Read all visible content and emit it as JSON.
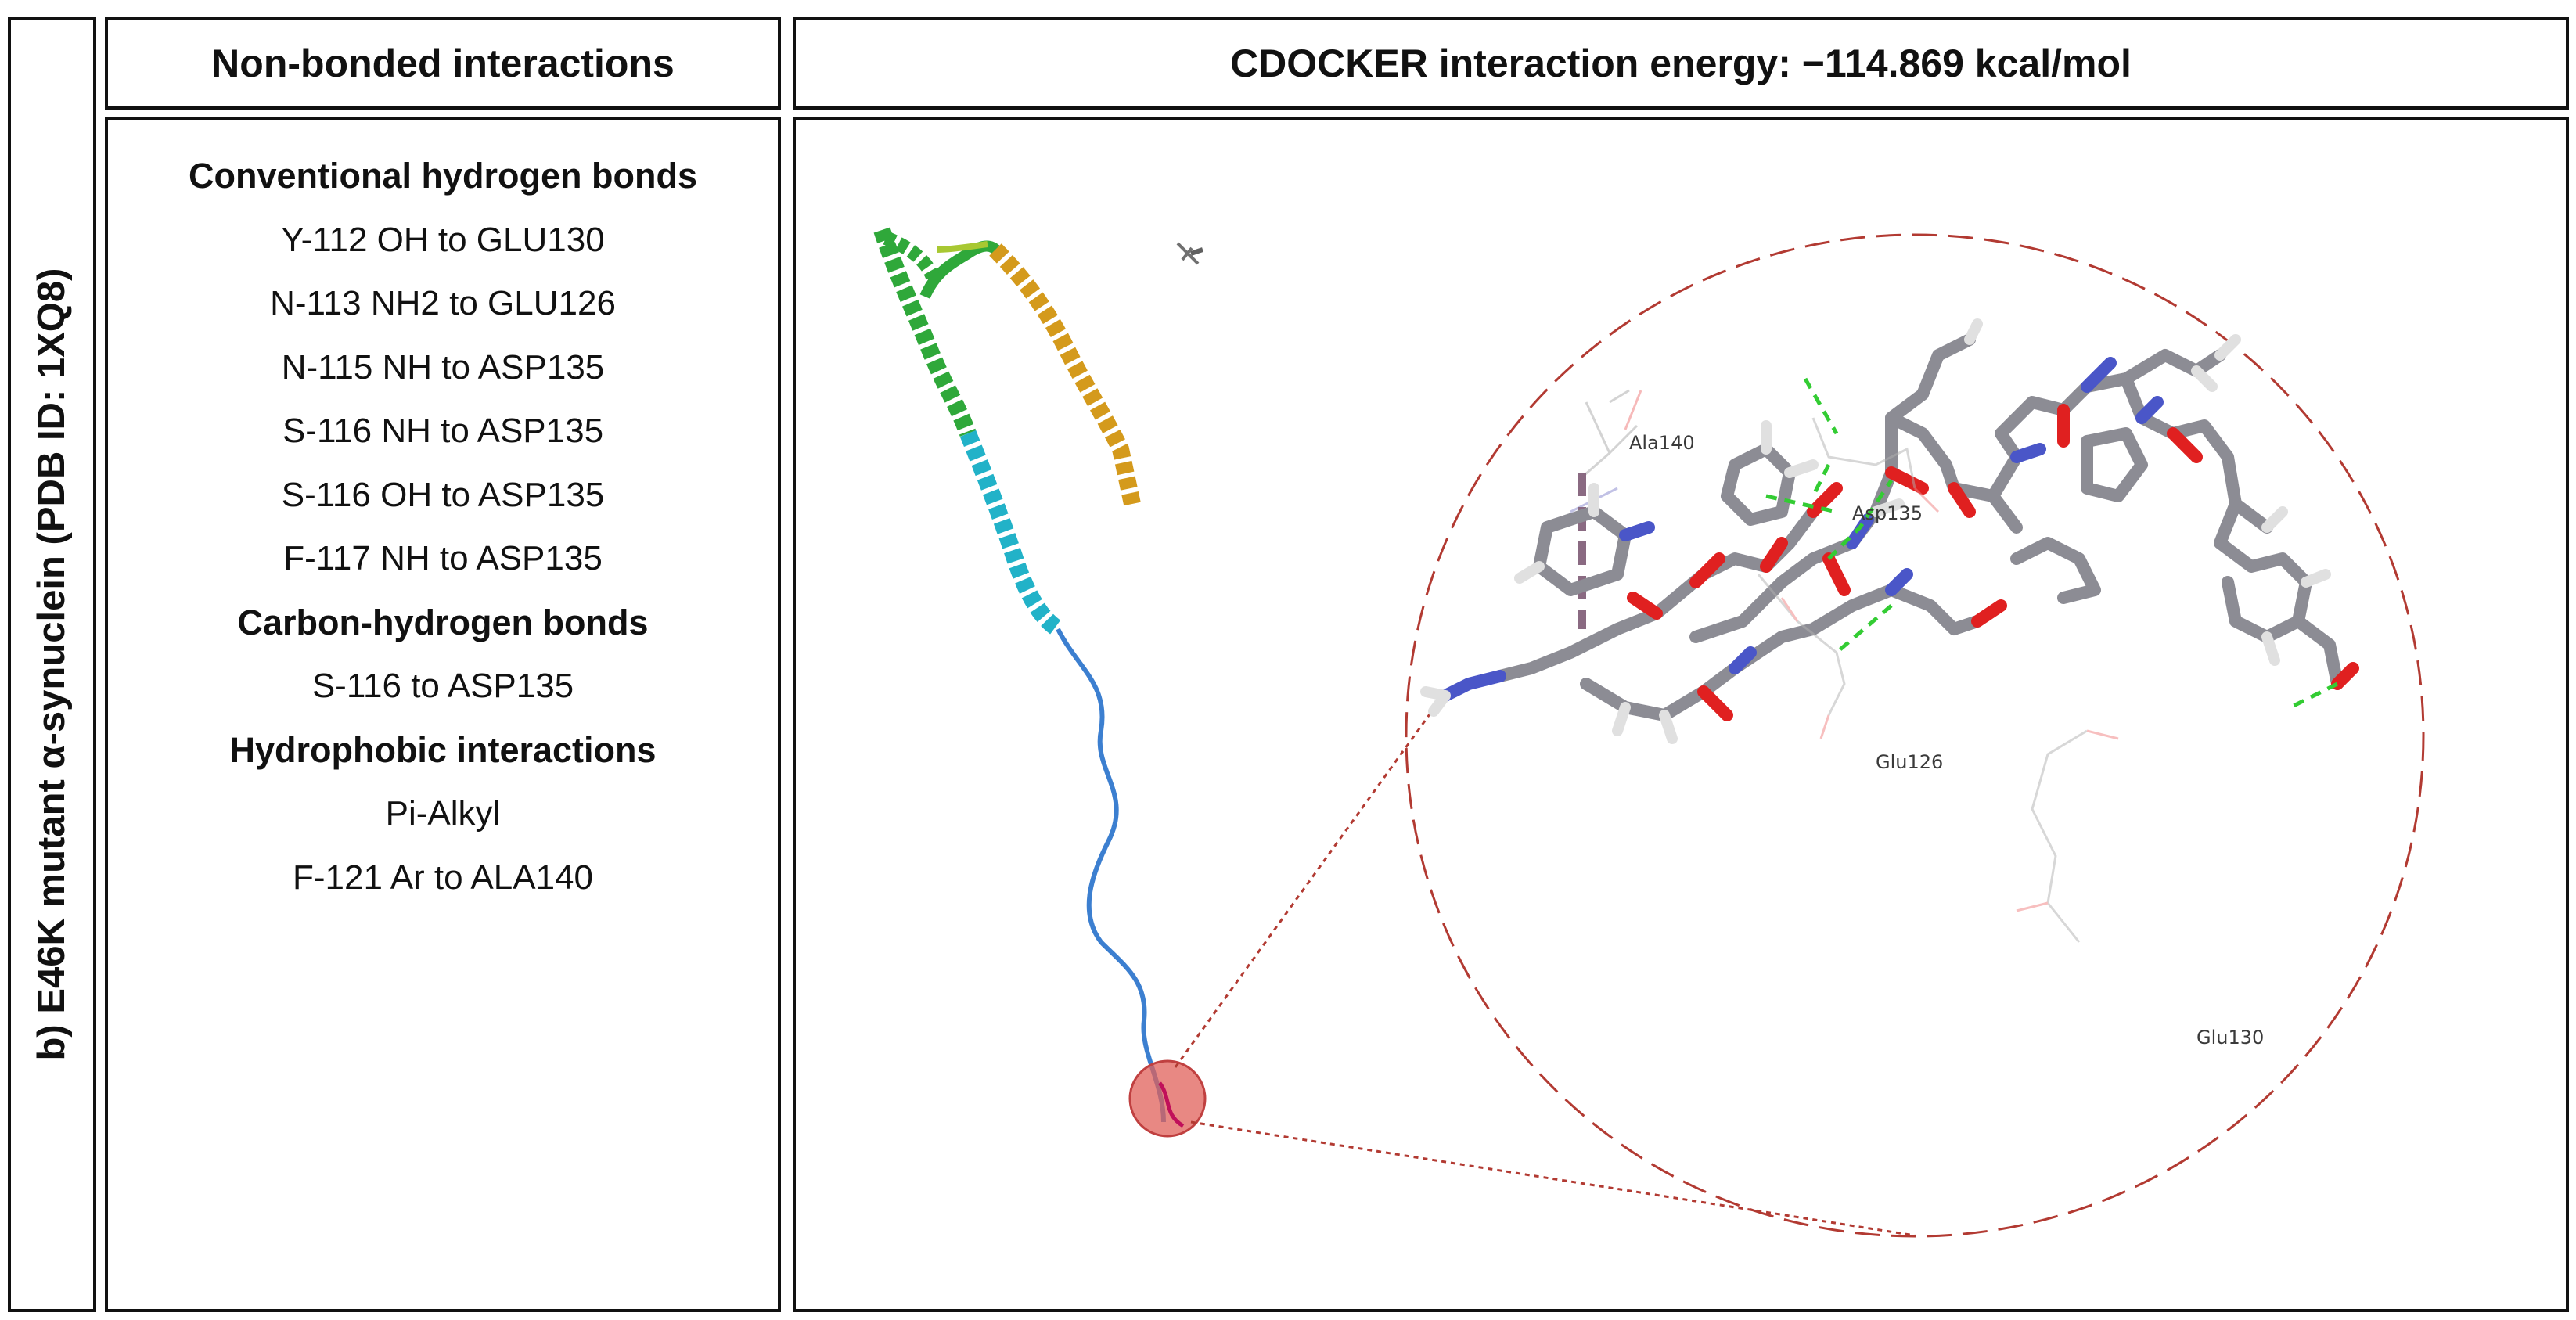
{
  "side_label": "b) E46K mutant α-synuclein (PDB ID: 1XQ8)",
  "nonbonded_header": "Non-bonded interactions",
  "energy_header": "CDOCKER interaction energy: −114.869 kcal/mol",
  "interactions": [
    {
      "text": "Conventional hydrogen bonds",
      "heading": true
    },
    {
      "text": "Y-112 OH to GLU130",
      "heading": false
    },
    {
      "text": "N-113 NH2 to GLU126",
      "heading": false
    },
    {
      "text": "N-115 NH to ASP135",
      "heading": false
    },
    {
      "text": "S-116 NH to ASP135",
      "heading": false
    },
    {
      "text": "S-116 OH to ASP135",
      "heading": false
    },
    {
      "text": "F-117 NH to ASP135",
      "heading": false
    },
    {
      "text": "Carbon-hydrogen bonds",
      "heading": true
    },
    {
      "text": "S-116 to ASP135",
      "heading": false
    },
    {
      "text": "Hydrophobic interactions",
      "heading": true
    },
    {
      "text": "Pi-Alkyl",
      "heading": false
    },
    {
      "text": "F-121 Ar to ALA140",
      "heading": false
    }
  ],
  "residue_labels": {
    "ala140": "Ala140",
    "asp135": "Asp135",
    "glu126": "Glu126",
    "glu130": "Glu130"
  },
  "colors": {
    "zoom_circle": "#b23a32",
    "highlight_sphere": "#e0605a",
    "hbond": "#33cc33",
    "pi_alkyl": "#8a6a82",
    "stick_carbon": "#8c8c94",
    "stick_oxygen": "#e02020",
    "stick_nitrogen": "#4a56c8",
    "helix_green": "#2fa83a",
    "helix_cyan": "#22b2c8",
    "helix_orange": "#d49a1c",
    "coil_blue": "#3c7fd0"
  }
}
